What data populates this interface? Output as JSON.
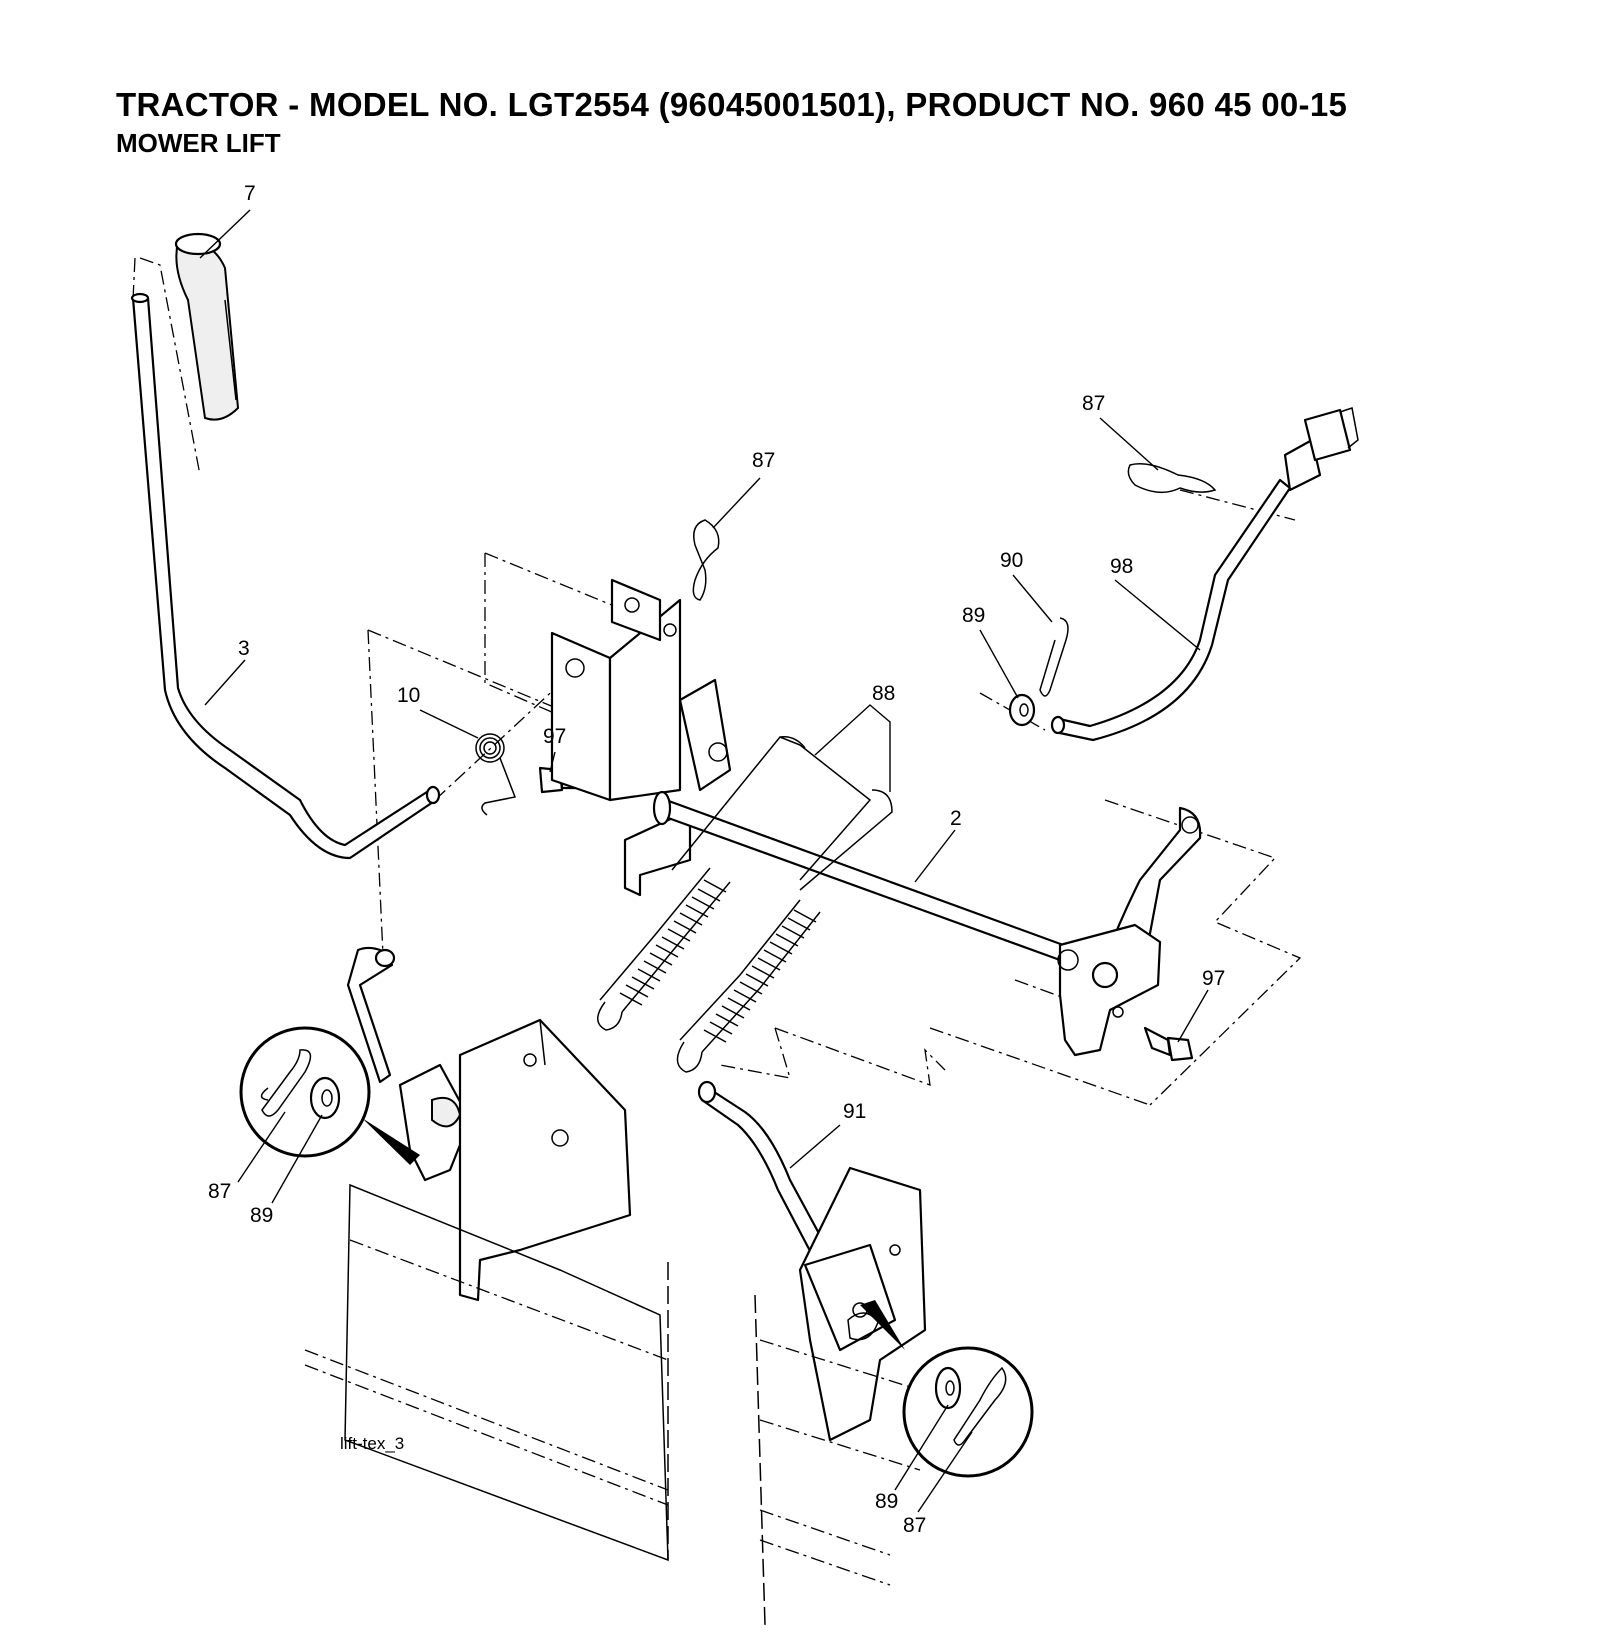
{
  "header": {
    "title": "TRACTOR - MODEL NO. LGT2554 (96045001501), PRODUCT NO. 960 45 00-15",
    "subtitle": "MOWER LIFT"
  },
  "callouts": {
    "c7": "7",
    "c3": "3",
    "c87_top": "87",
    "c87_right": "87",
    "c90": "90",
    "c98": "98",
    "c89_right": "89",
    "c10": "10",
    "c97_left": "97",
    "c88": "88",
    "c2": "2",
    "c97_right": "97",
    "c91": "91",
    "c87_left_detail": "87",
    "c89_left_detail": "89",
    "c89_bottom_detail": "89",
    "c87_bottom_detail": "87"
  },
  "figure_id": "lift-tex_3"
}
